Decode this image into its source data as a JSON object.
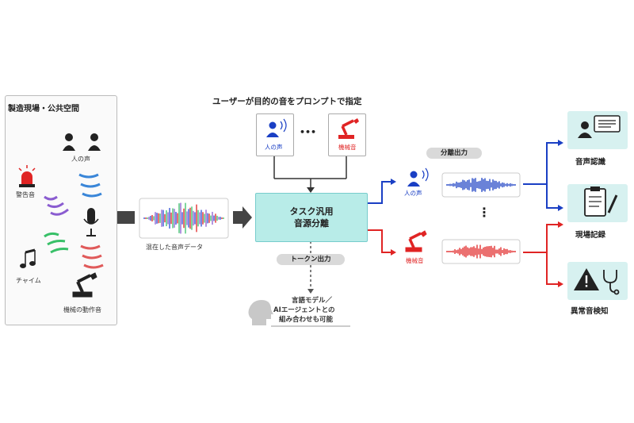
{
  "source": {
    "title": "製造現場・公共空間",
    "labels": {
      "voice": "人の声",
      "alarm": "警告音",
      "chime": "チャイム",
      "machine": "機械の動作音"
    }
  },
  "mixed": {
    "label": "混在した音声データ"
  },
  "prompt": {
    "title": "ユーザーが目的の音をプロンプトで指定",
    "voice": "人の声",
    "machine": "機械音",
    "ellipsis": "•••"
  },
  "core": {
    "line1": "タスク汎用",
    "line2": "音源分離"
  },
  "token": {
    "pill": "トークン出力",
    "line1": "言語モデル／",
    "line2": "AIエージェントとの",
    "line3": "組み合わせも可能"
  },
  "separated": {
    "pill": "分離出力",
    "voice": "人の声",
    "machine": "機械音",
    "ellipsis": "⋮"
  },
  "outputs": {
    "speech": "音声認識",
    "record": "現場記録",
    "anomaly": "異常音検知"
  },
  "colors": {
    "blue": "#1a3fc4",
    "red": "#e02424",
    "teal": "#b8ece8",
    "dark": "#333333"
  },
  "icons": [
    "people-icon",
    "alarm-icon",
    "music-icon",
    "microphone-icon",
    "robot-arm-icon",
    "person-speaking-icon",
    "speech-bubble-icon",
    "clipboard-icon",
    "warning-icon",
    "stethoscope-icon",
    "head-icon"
  ]
}
